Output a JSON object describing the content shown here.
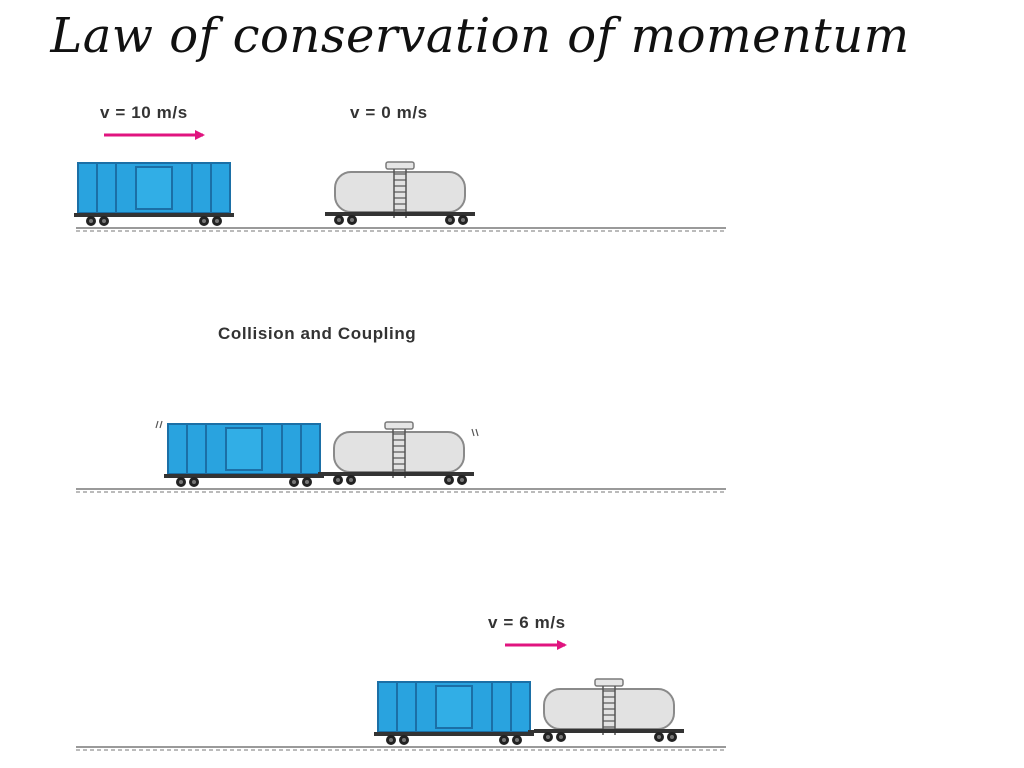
{
  "slide": {
    "title": "Law of conservation of momentum"
  },
  "scene_before": {
    "boxcar_velocity": "v = 10 m/s",
    "tanker_velocity": "v = 0 m/s"
  },
  "scene_collision": {
    "caption": "Collision and Coupling"
  },
  "scene_after": {
    "combined_velocity": "v = 6 m/s"
  },
  "colors": {
    "boxcar": "#29a3df",
    "boxcar_stroke": "#1b6fa6",
    "tanker": "#e2e2e2",
    "tanker_stroke": "#8a8a8a",
    "arrow": "#e0147f",
    "track": "#9a9a9a"
  }
}
